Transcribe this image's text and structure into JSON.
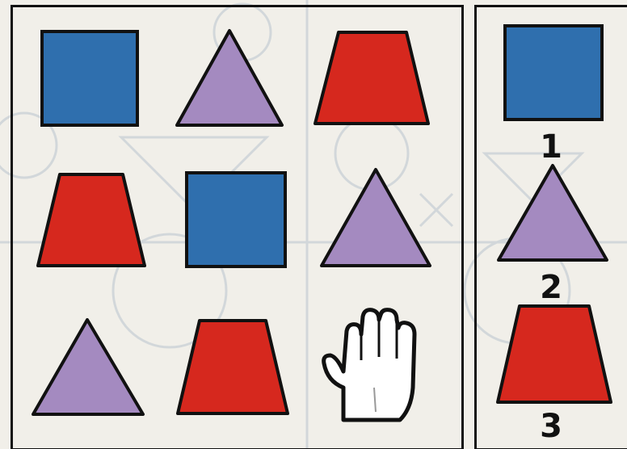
{
  "colors": {
    "square": "#2f6fae",
    "triangle": "#a48ac0",
    "trapezoid": "#d6281e",
    "outline": "#111111"
  },
  "grid": {
    "cells": [
      {
        "shape": "square"
      },
      {
        "shape": "triangle"
      },
      {
        "shape": "trapezoid"
      },
      {
        "shape": "trapezoid"
      },
      {
        "shape": "square"
      },
      {
        "shape": "triangle"
      },
      {
        "shape": "triangle"
      },
      {
        "shape": "trapezoid"
      },
      {
        "shape": "hand-icon"
      }
    ]
  },
  "options": [
    {
      "number": "1",
      "shape": "square"
    },
    {
      "number": "2",
      "shape": "triangle"
    },
    {
      "number": "3",
      "shape": "trapezoid"
    }
  ]
}
